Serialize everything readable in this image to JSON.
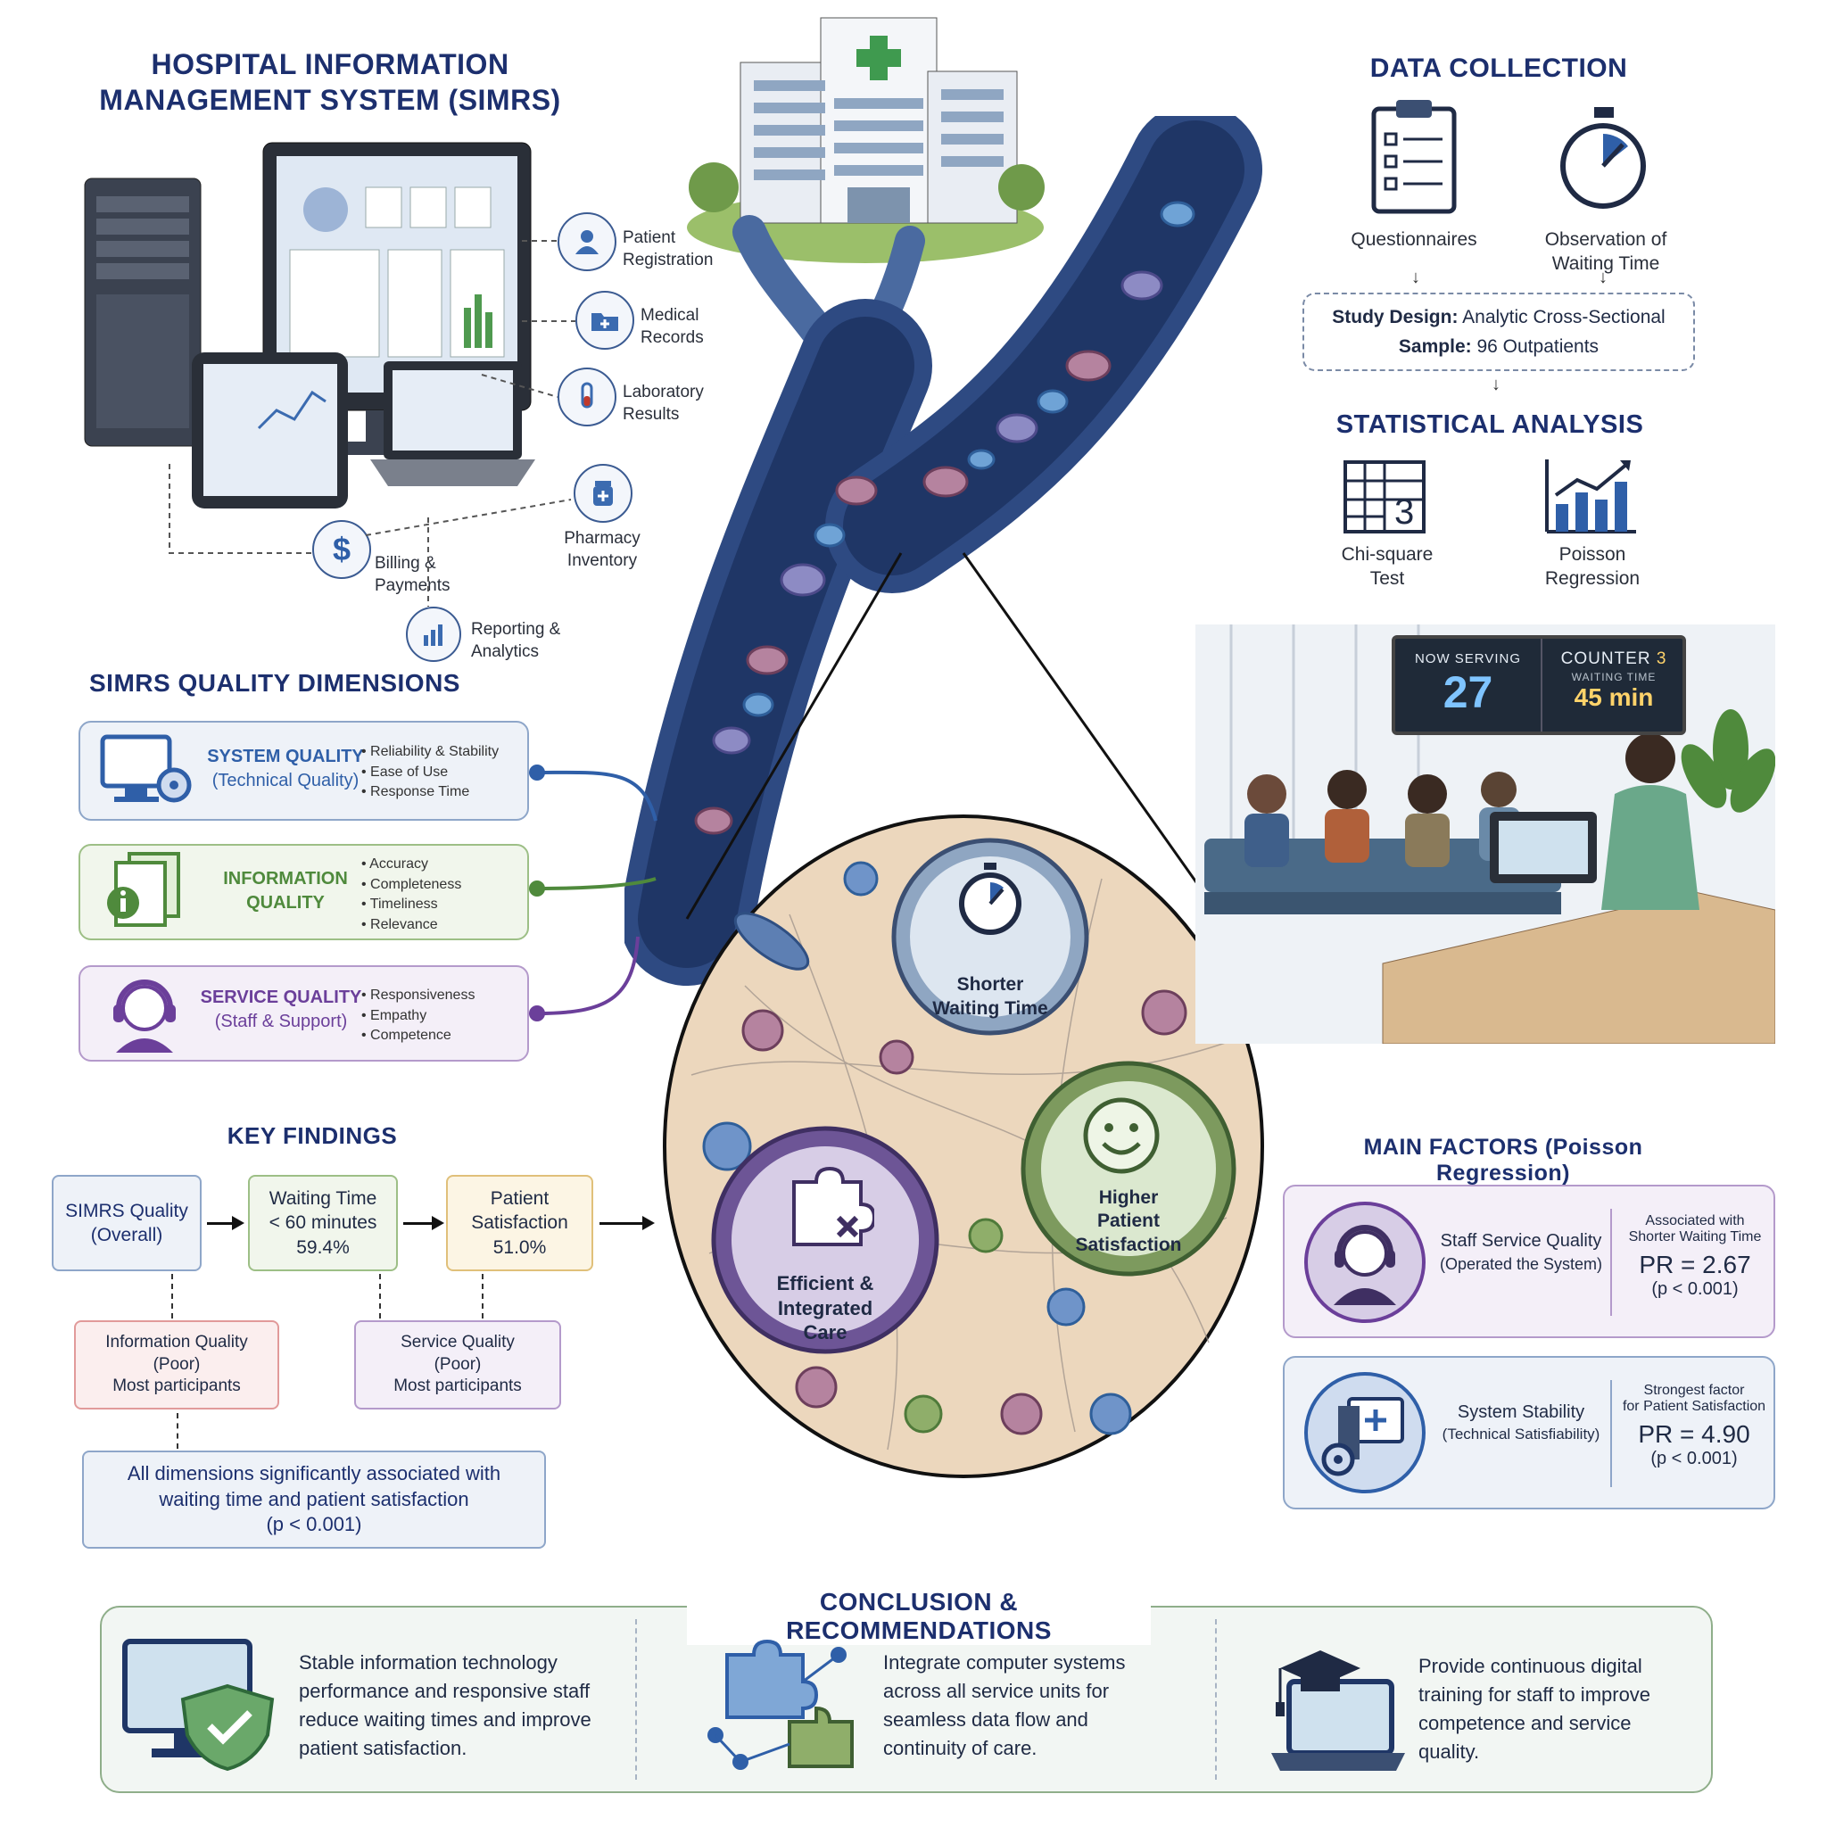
{
  "simrs": {
    "title_line1": "HOSPITAL INFORMATION",
    "title_line2": "MANAGEMENT SYSTEM (SIMRS)",
    "modules": [
      {
        "label1": "Patient",
        "label2": "Registration",
        "icon": "user-icon"
      },
      {
        "label1": "Medical",
        "label2": "Records",
        "icon": "folder-plus-icon"
      },
      {
        "label1": "Laboratory",
        "label2": "Results",
        "icon": "test-tube-icon"
      },
      {
        "label1": "Pharmacy",
        "label2": "Inventory",
        "icon": "medicine-bottle-icon"
      },
      {
        "label1": "Billing &",
        "label2": "Payments",
        "icon": "dollar-icon"
      },
      {
        "label1": "Reporting &",
        "label2": "Analytics",
        "icon": "bar-chart-icon"
      }
    ]
  },
  "quality": {
    "title": "SIMRS QUALITY DIMENSIONS",
    "dims": [
      {
        "title1": "SYSTEM QUALITY",
        "title2": "(Technical Quality)",
        "bullets": [
          "Reliability & Stability",
          "Ease of Use",
          "Response Time"
        ],
        "color": "#2f5fa8",
        "bg": "#eef2f8",
        "icon": "monitor-gear-icon"
      },
      {
        "title1": "INFORMATION",
        "title2": "QUALITY",
        "bullets": [
          "Accuracy",
          "Completeness",
          "Timeliness",
          "Relevance"
        ],
        "color": "#4f8a3c",
        "bg": "#f1f6ec",
        "icon": "documents-info-icon"
      },
      {
        "title1": "SERVICE QUALITY",
        "title2": "(Staff & Support)",
        "bullets": [
          "Responsiveness",
          "Empathy",
          "Competence"
        ],
        "color": "#6b3f9a",
        "bg": "#f4eff8",
        "icon": "headset-person-icon"
      }
    ]
  },
  "data_collection": {
    "title": "DATA COLLECTION",
    "methods": [
      {
        "label1": "Questionnaires",
        "label2": "",
        "icon": "clipboard-icon"
      },
      {
        "label1": "Observation of",
        "label2": "Waiting Time",
        "icon": "stopwatch-icon"
      }
    ],
    "design_label": "Study Design:",
    "design_value": "Analytic Cross-Sectional",
    "sample_label": "Sample:",
    "sample_value": "96 Outpatients"
  },
  "analysis": {
    "title": "STATISTICAL ANALYSIS",
    "methods": [
      {
        "label1": "Chi-square",
        "label2": "Test",
        "icon": "grid-icon",
        "glyph": "3"
      },
      {
        "label1": "Poisson",
        "label2": "Regression",
        "icon": "rising-bar-chart-icon"
      }
    ]
  },
  "queue_display": {
    "now_serving_label": "NOW SERVING",
    "now_serving_number": "27",
    "counter_label": "COUNTER",
    "counter_number": "3",
    "waiting_label": "WAITING TIME",
    "waiting_value": "45 min"
  },
  "zoom_circle": {
    "items": [
      {
        "line1": "Shorter",
        "line2": "Waiting Time",
        "line3": "",
        "icon": "stopwatch-icon"
      },
      {
        "line1": "Higher",
        "line2": "Patient",
        "line3": "Satisfaction",
        "icon": "smiley-icon"
      },
      {
        "line1": "Efficient &",
        "line2": "Integrated",
        "line3": "Care",
        "icon": "puzzle-icon"
      }
    ]
  },
  "key_findings": {
    "title": "KEY FINDINGS",
    "simrs_box": {
      "line1": "SIMRS Quality",
      "line2": "(Overall)"
    },
    "waiting_box": {
      "line1": "Waiting Time",
      "line2": "< 60 minutes",
      "line3": "59.4%"
    },
    "satisfaction_box": {
      "line1": "Patient",
      "line2": "Satisfaction",
      "line3": "51.0%"
    },
    "info_box": {
      "line1": "Information Quality",
      "line2": "(Poor)",
      "line3": "Most participants"
    },
    "service_box": {
      "line1": "Service Quality",
      "line2": "(Poor)",
      "line3": "Most participants"
    },
    "all_box": {
      "line1": "All dimensions significantly associated with",
      "line2": "waiting time and patient satisfaction",
      "line3": "(p < 0.001)"
    }
  },
  "main_factors": {
    "title": "MAIN FACTORS (Poisson Regression)",
    "factors": [
      {
        "title1": "Staff Service Quality",
        "title2": "(Operated the System)",
        "note1": "Associated with",
        "note2": "Shorter Waiting Time",
        "pr": "PR = 2.67",
        "p": "(p < 0.001)",
        "icon": "headset-person-icon"
      },
      {
        "title1": "System Stability",
        "title2": "(Technical Satisfiability)",
        "note1": "Strongest factor",
        "note2": "for Patient Satisfaction",
        "pr": "PR = 4.90",
        "p": "(p < 0.001)",
        "icon": "computer-gear-icon"
      }
    ]
  },
  "conclusion": {
    "title": "CONCLUSION & RECOMMENDATIONS",
    "items": [
      {
        "lines": [
          "Stable information technology",
          "performance and responsive staff",
          "reduce waiting times and improve",
          "patient satisfaction."
        ],
        "icon": "monitor-shield-icon"
      },
      {
        "lines": [
          "Integrate computer systems",
          "across all service units for",
          "seamless data flow and",
          "continuity of care."
        ],
        "icon": "puzzle-network-icon"
      },
      {
        "lines": [
          "Provide continuous digital",
          "training for staff to improve",
          "competence and service",
          "quality."
        ],
        "icon": "graduation-laptop-icon"
      }
    ]
  }
}
